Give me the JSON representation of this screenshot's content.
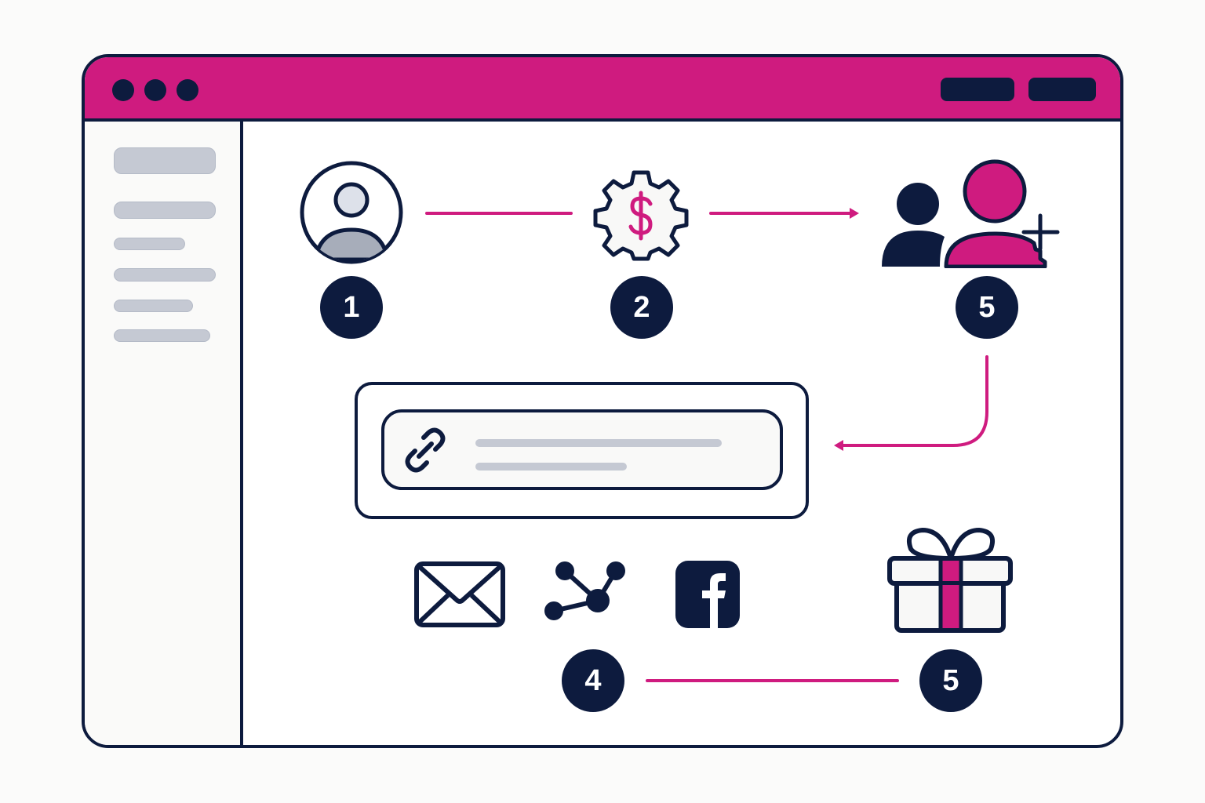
{
  "window": {
    "titlebar_color": "#cf1b7f",
    "outline_color": "#0d1b3e",
    "traffic_dots": [
      "dot-1",
      "dot-2",
      "dot-3"
    ],
    "titlebar_buttons": [
      "button-1",
      "button-2"
    ]
  },
  "sidebar": {
    "items": [
      {
        "id": "placeholder-header"
      },
      {
        "id": "placeholder-item-1"
      },
      {
        "id": "placeholder-item-2"
      },
      {
        "id": "placeholder-item-3"
      },
      {
        "id": "placeholder-item-4"
      },
      {
        "id": "placeholder-item-5"
      }
    ]
  },
  "flow": {
    "accent_color": "#cf1b7f",
    "steps": [
      {
        "number": "1",
        "icon": "user-profile-icon"
      },
      {
        "number": "2",
        "icon": "gear-dollar-icon"
      },
      {
        "number": "5",
        "icon": "add-user-group-icon"
      },
      {
        "number": "4",
        "icon": "share-channels"
      },
      {
        "number": "5",
        "icon": "gift-icon"
      }
    ],
    "link_box": {
      "icon": "link-icon"
    },
    "share_icons": [
      "email-icon",
      "share-nodes-icon",
      "facebook-icon"
    ]
  }
}
